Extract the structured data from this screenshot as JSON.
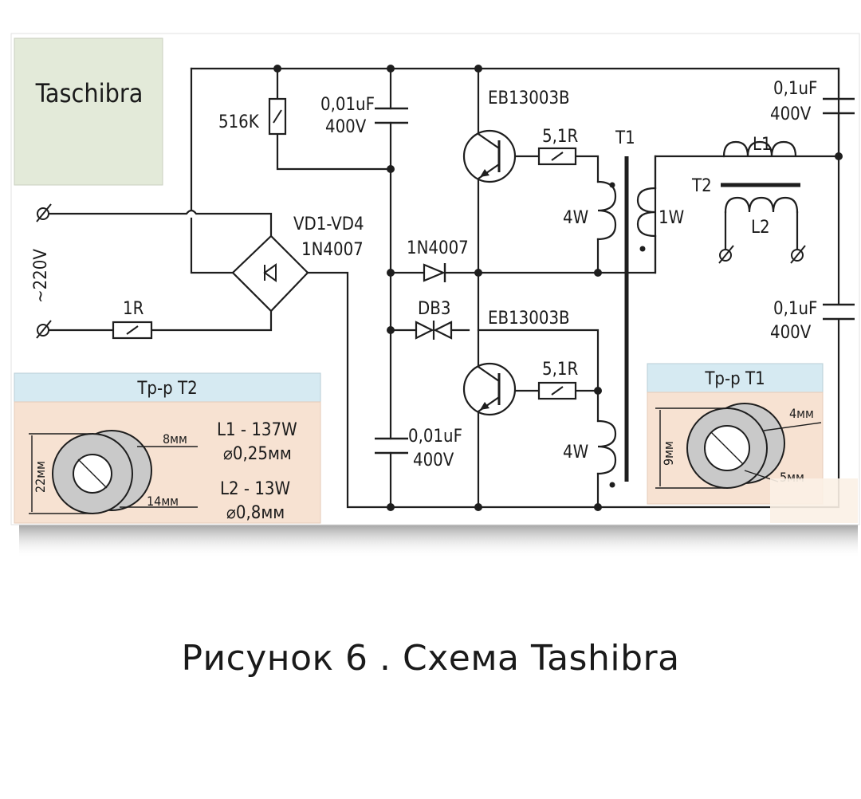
{
  "title_box": {
    "text": "Taschibra"
  },
  "mains": {
    "label": "~220V"
  },
  "components": {
    "r_start": "516K",
    "c_start_value": "0,01uF",
    "c_start_voltage": "400V",
    "q1": "EB13003B",
    "q2": "EB13003B",
    "r_b1": "5,1R",
    "r_b2": "5,1R",
    "t1": "T1",
    "w_upper": "4W",
    "w_lower": "4W",
    "w_feedback": "1W",
    "bridge_name": "VD1-VD4",
    "bridge_part": "1N4007",
    "diode": "1N4007",
    "diac": "DB3",
    "r_input": "1R",
    "c_low_value": "0,01uF",
    "c_low_voltage": "400V",
    "c_top_value": "0,1uF",
    "c_top_voltage": "400V",
    "c_mid_value": "0,1uF",
    "c_mid_voltage": "400V",
    "l1": "L1",
    "l2": "L2",
    "t2": "T2"
  },
  "panel_t2": {
    "header": "Тр-р Т2",
    "dim_outer": "22мм",
    "dim_width": "8мм",
    "dim_inner": "14мм",
    "l1_turns": "L1 - 137W",
    "l1_wire": "⌀0,25мм",
    "l2_turns": "L2 - 13W",
    "l2_wire": "⌀0,8мм"
  },
  "panel_t1": {
    "header": "Тр-р Т1",
    "dim_height": "9мм",
    "dim_width": "4мм",
    "dim_inner": "5мм"
  },
  "colors": {
    "title_bg": "#e3ead9",
    "panel_header": "#d6eaf2",
    "panel_body": "#f7e2d2",
    "ring": "#c9c9c9"
  },
  "caption": "Рисунок 6 . Схема Tashibra"
}
